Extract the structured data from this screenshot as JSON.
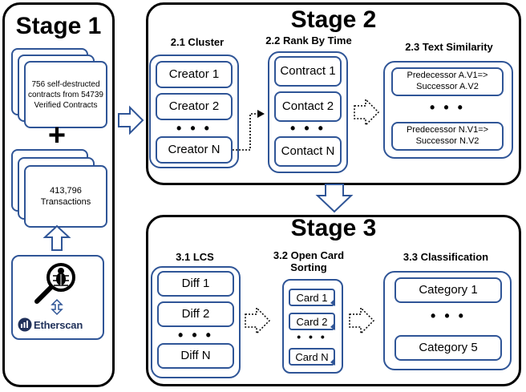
{
  "stage1": {
    "title": "Stage 1",
    "contracts_text": "756 self-destructed contracts from 54739 Verified Contracts",
    "plus": "+",
    "transactions_text": "413,796 Transactions",
    "etherscan_label": "Etherscan"
  },
  "stage2": {
    "title": "Stage 2",
    "cluster_label": "2.1 Cluster",
    "creators": [
      "Creator 1",
      "Creator 2",
      "Creator N"
    ],
    "rank_label": "2.2 Rank By Time",
    "contracts": [
      "Contract 1",
      "Contact 2",
      "Contact N"
    ],
    "similarity_label": "2.3 Text Similarity",
    "pairs": [
      "Predecessor A.V1=> Successor  A.V2",
      "Predecessor N.V1=> Successor  N.V2"
    ],
    "dots": "• • •"
  },
  "stage3": {
    "title": "Stage 3",
    "lcs_label": "3.1 LCS",
    "diffs": [
      "Diff 1",
      "Diff 2",
      "Diff N"
    ],
    "sorting_label": "3.2 Open Card Sorting",
    "cards": [
      "Card 1",
      "Card 2",
      "Card N"
    ],
    "classification_label": "3.3 Classification",
    "categories": [
      "Category 1",
      "Category 5"
    ],
    "dots": "• • •"
  },
  "colors": {
    "accent_blue": "#2f5597",
    "etherscan_blue": "#21325b"
  },
  "icons": [
    "search-bug-icon",
    "etherscan-logo-icon",
    "bidirectional-arrow-icon"
  ]
}
